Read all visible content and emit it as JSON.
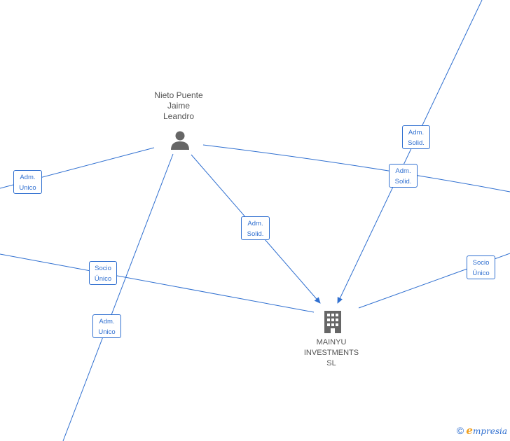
{
  "nodes": {
    "person": {
      "name": "Nieto Puente\nJaime\nLeandro",
      "icon": "person-icon"
    },
    "company": {
      "name": "MAINYU\nINVESTMENTS\nSL",
      "icon": "building-icon"
    }
  },
  "edge_labels": {
    "adm_solid_top": "Adm.\nSolid.",
    "adm_solid_right": "Adm.\nSolid.",
    "adm_unico_left": "Adm.\nUnico",
    "adm_solid_center": "Adm.\nSolid.",
    "socio_unico_left": "Socio\nÚnico",
    "socio_unico_right": "Socio\nÚnico",
    "adm_unico_bottom": "Adm.\nUnico"
  },
  "brand": {
    "copyright": "©",
    "e": "e",
    "rest": "mpresia"
  },
  "colors": {
    "edge": "#2f6fd0",
    "icon": "#666666",
    "label": "#555555"
  }
}
